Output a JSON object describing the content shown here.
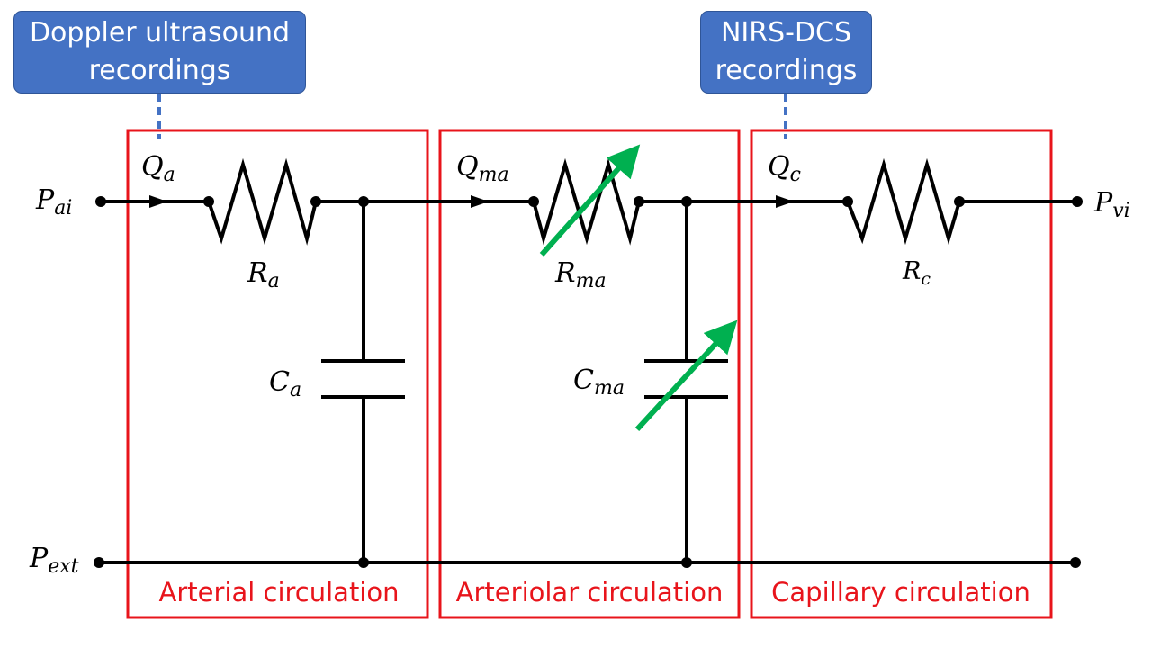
{
  "callouts": {
    "doppler": {
      "line1": "Doppler ultrasound",
      "line2": "recordings"
    },
    "nirs": {
      "line1": "NIRS-DCS",
      "line2": "recordings"
    }
  },
  "regions": {
    "arterial": "Arterial circulation",
    "arteriolar": "Arteriolar circulation",
    "capillary": "Capillary circulation"
  },
  "labels": {
    "p_ai": {
      "main": "P",
      "sub": "ai"
    },
    "p_vi": {
      "main": "P",
      "sub": "vi"
    },
    "p_ext": {
      "main": "P",
      "sub": "ext"
    },
    "q_a": {
      "main": "Q",
      "sub": "a"
    },
    "q_ma": {
      "main": "Q",
      "sub": "ma"
    },
    "q_c": {
      "main": "Q",
      "sub": "c"
    },
    "r_a": {
      "main": "R",
      "sub": "a"
    },
    "r_ma": {
      "main": "R",
      "sub": "ma"
    },
    "r_c": {
      "main": "R",
      "sub": "c"
    },
    "c_a": {
      "main": "C",
      "sub": "a"
    },
    "c_ma": {
      "main": "C",
      "sub": "ma"
    }
  },
  "colors": {
    "callout_fill": "#4472c4",
    "callout_border": "#2f5597",
    "callout_text": "#ffffff",
    "region_border": "#e8141b",
    "region_text": "#e8141b",
    "variable_arrow": "#00b050",
    "connector_dash": "#4472c4",
    "wire": "#000000"
  },
  "icons": {
    "variable_resistor": "variable-resistor-arrow-icon",
    "variable_capacitor": "variable-capacitor-arrow-icon",
    "flow_direction": "flow-arrow-icon"
  }
}
